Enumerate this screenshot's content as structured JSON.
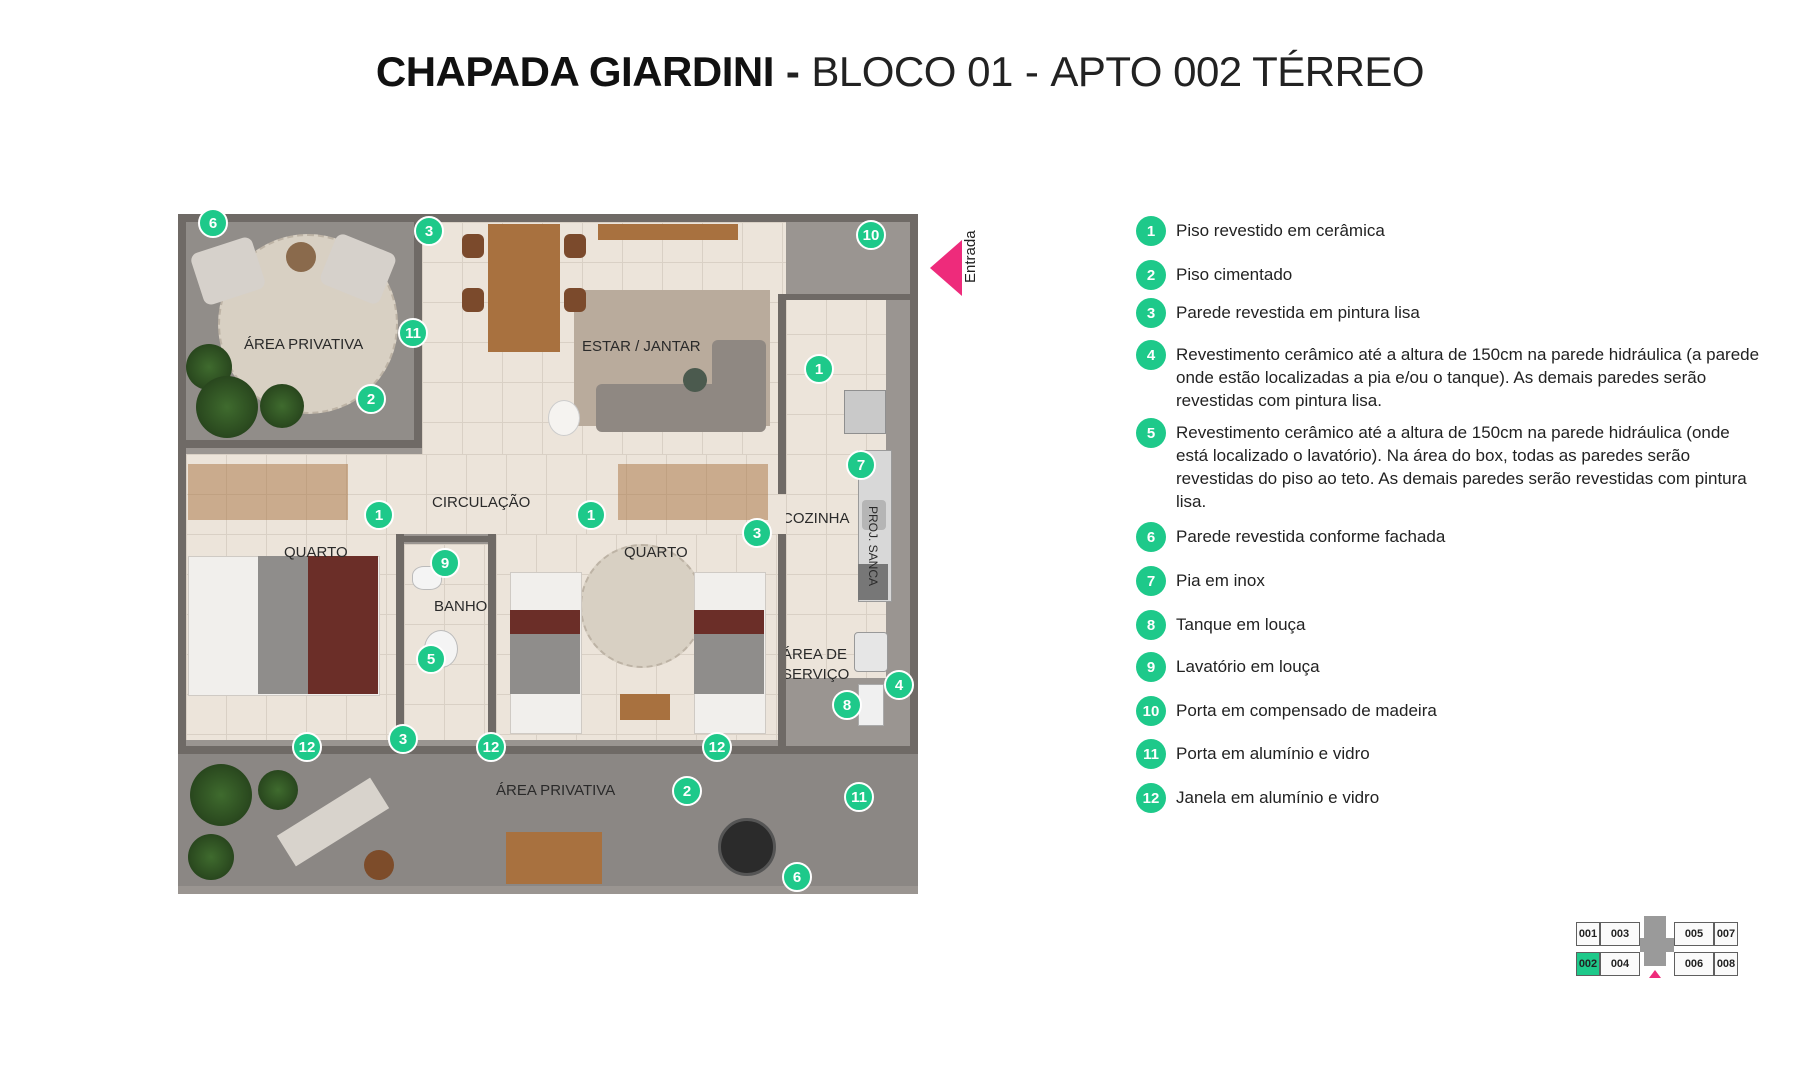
{
  "title": {
    "project": "CHAPADA GIARDINI",
    "block": "BLOCO 01",
    "unit": "APTO 002 TÉRREO",
    "separator": "-"
  },
  "entrance": {
    "label": "Entrada",
    "color": "#ee2b7b"
  },
  "rooms": {
    "area_privativa_top": "ÁREA PRIVATIVA",
    "estar_jantar": "ESTAR / JANTAR",
    "circulacao": "CIRCULAÇÃO",
    "cozinha": "COZINHA",
    "quarto_left": "QUARTO",
    "quarto_right": "QUARTO",
    "banho": "BANHO",
    "area_servico_1": "ÁREA DE",
    "area_servico_2": "SERVIÇO",
    "area_privativa_bottom": "ÁREA PRIVATIVA",
    "proj_sanca": "PROJ. SANCA"
  },
  "markers": {
    "m1a": "1",
    "m1b": "1",
    "m1c": "1",
    "m2a": "2",
    "m2b": "2",
    "m3a": "3",
    "m3b": "3",
    "m3c": "3",
    "m4": "4",
    "m5": "5",
    "m6a": "6",
    "m6b": "6",
    "m7": "7",
    "m8": "8",
    "m9": "9",
    "m10": "10",
    "m11a": "11",
    "m11b": "11",
    "m12a": "12",
    "m12b": "12",
    "m12c": "12"
  },
  "legend": [
    {
      "num": "1",
      "text": "Piso revestido em cerâmica"
    },
    {
      "num": "2",
      "text": "Piso cimentado"
    },
    {
      "num": "3",
      "text": "Parede revestida em pintura lisa"
    },
    {
      "num": "4",
      "text": "Revestimento cerâmico até a altura de 150cm na parede hidráulica (a parede onde estão localizadas a pia e/ou o tanque). As demais paredes serão revestidas com pintura lisa."
    },
    {
      "num": "5",
      "text": "Revestimento cerâmico até a altura de 150cm na parede hidráulica (onde está localizado o lavatório). Na área do box, todas as paredes serão revestidas do piso ao teto. As demais paredes serão revestidas com pintura lisa."
    },
    {
      "num": "6",
      "text": "Parede revestida conforme fachada"
    },
    {
      "num": "7",
      "text": "Pia em inox"
    },
    {
      "num": "8",
      "text": "Tanque em louça"
    },
    {
      "num": "9",
      "text": "Lavatório em louça"
    },
    {
      "num": "10",
      "text": "Porta em compensado de madeira"
    },
    {
      "num": "11",
      "text": "Porta em alumínio e vidro"
    },
    {
      "num": "12",
      "text": "Janela em alumínio e vidro"
    }
  ],
  "minimap": {
    "units": [
      "001",
      "003",
      "005",
      "007",
      "002",
      "004",
      "006",
      "008"
    ],
    "active": "002",
    "active_color": "#1ec98a"
  },
  "colors": {
    "marker": "#1ec98a",
    "accent": "#ee2b7b"
  }
}
